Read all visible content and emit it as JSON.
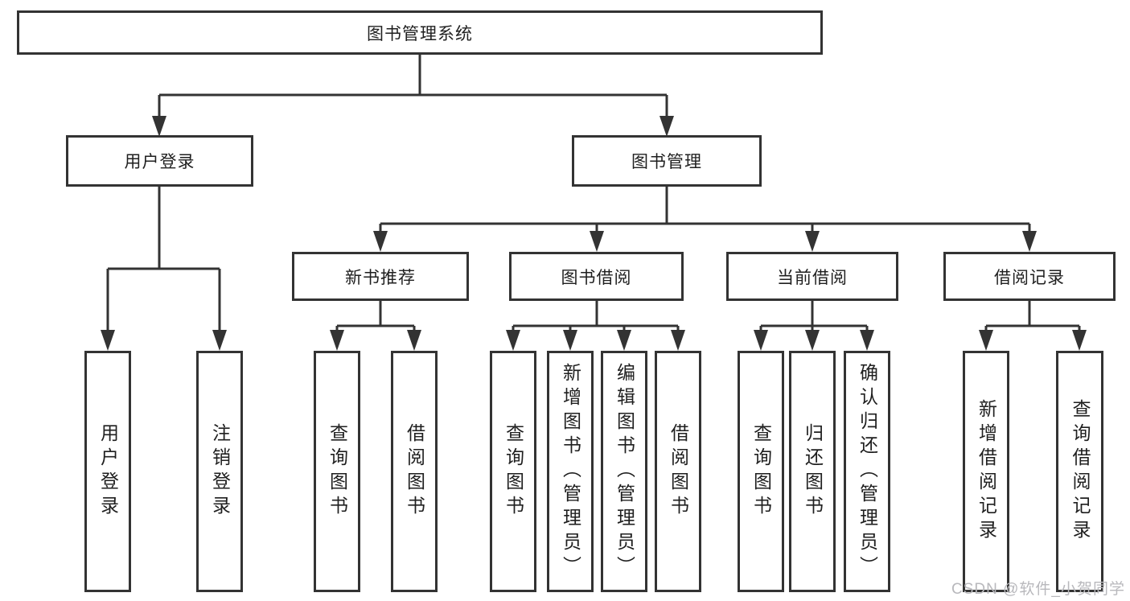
{
  "tree": {
    "root": {
      "label": "图书管理系统",
      "children": [
        {
          "label": "用户登录",
          "children": [
            {
              "label": "用户登录"
            },
            {
              "label": "注销登录"
            }
          ]
        },
        {
          "label": "图书管理",
          "children": [
            {
              "label": "新书推荐",
              "children": [
                {
                  "label": "查询图书"
                },
                {
                  "label": "借阅图书"
                }
              ]
            },
            {
              "label": "图书借阅",
              "children": [
                {
                  "label": "查询图书"
                },
                {
                  "label": "新增图书（管理员）"
                },
                {
                  "label": "编辑图书（管理员）"
                },
                {
                  "label": "借阅图书"
                }
              ]
            },
            {
              "label": "当前借阅",
              "children": [
                {
                  "label": "查询图书"
                },
                {
                  "label": "归还图书"
                },
                {
                  "label": "确认归还（管理员）"
                }
              ]
            },
            {
              "label": "借阅记录",
              "children": [
                {
                  "label": "新增借阅记录"
                },
                {
                  "label": "查询借阅记录"
                }
              ]
            }
          ]
        }
      ]
    }
  },
  "watermark": {
    "text": "CSDN @软件_小贺同学"
  },
  "colors": {
    "line": "#333333",
    "text": "#1f1f1f",
    "watermark": "#b8b8bc",
    "background": "#ffffff"
  }
}
